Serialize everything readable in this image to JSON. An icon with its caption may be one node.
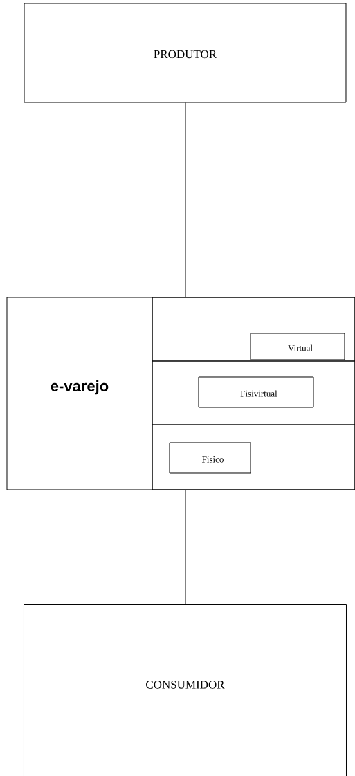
{
  "diagram": {
    "nodes": [
      {
        "text": [
          "PRODUTOR"
        ]
      },
      {
        "text": [
          "e-varejo"
        ]
      },
      {
        "text": [],
        "shape": "box",
        "in": 1
      },
      {
        "text": [
          "Virtual"
        ],
        "in": 2
      },
      {
        "text": [],
        "shape": "box",
        "in": 1
      },
      {
        "text": [
          "Fisivirtual"
        ],
        "in": 4
      },
      {
        "text": [],
        "shape": "box",
        "in": 1
      },
      {
        "text": [
          "Físico"
        ],
        "in": 6
      },
      {
        "text": [
          "CONSUMIDOR"
        ]
      }
    ],
    "edges": [
      {
        "from": 0,
        "to": 1,
        "arrow": "none"
      },
      {
        "from": 1,
        "to": 8,
        "arrow": "none"
      }
    ]
  }
}
